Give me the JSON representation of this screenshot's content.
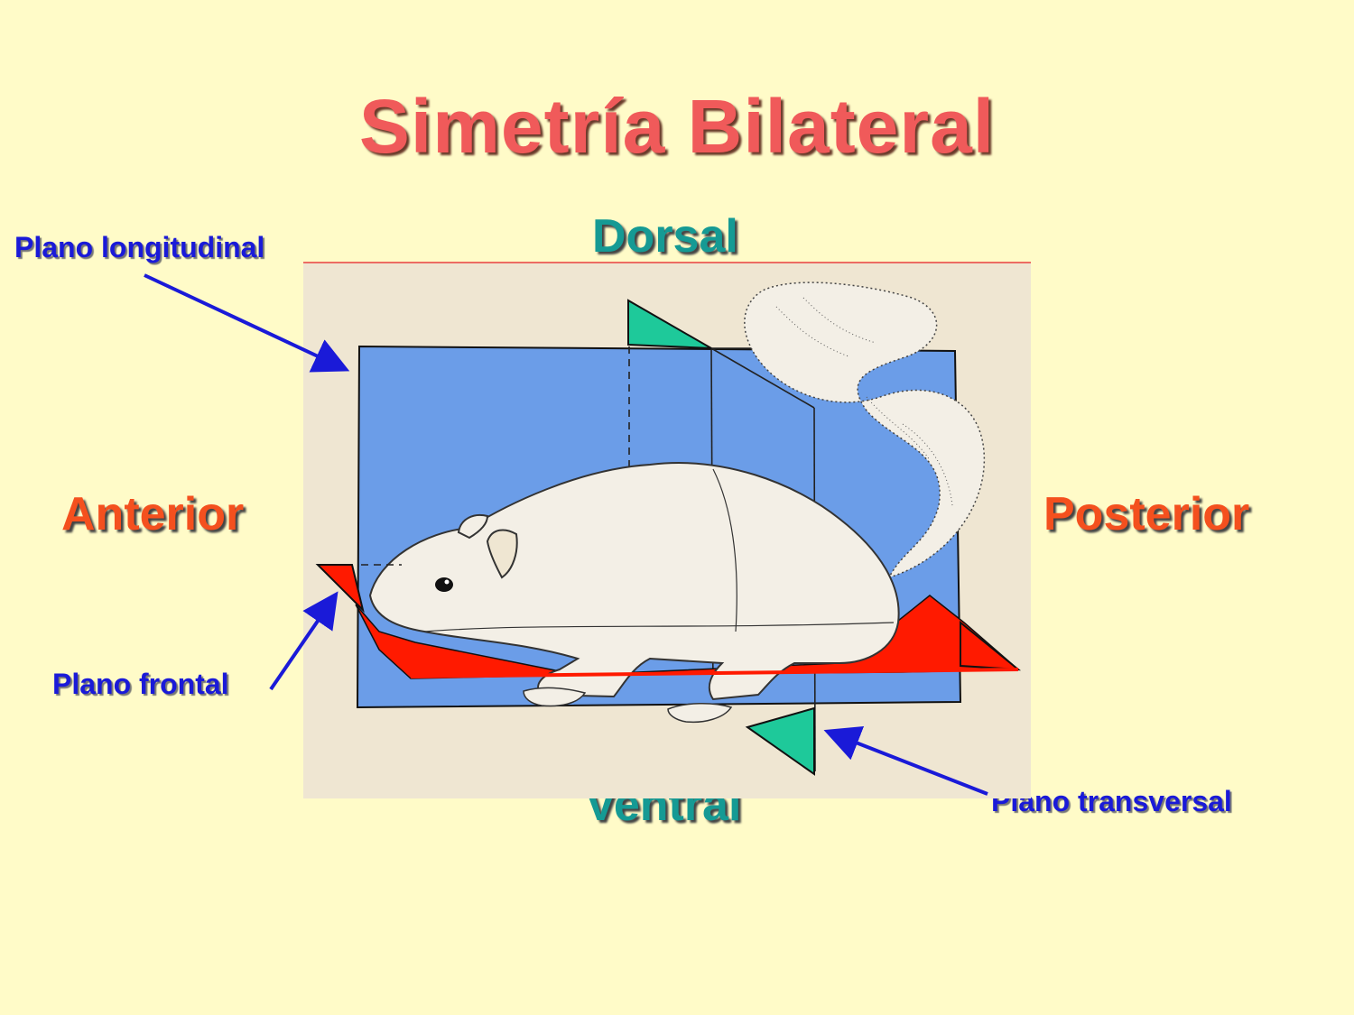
{
  "title": "Simetría Bilateral",
  "directions": {
    "dorsal": "Dorsal",
    "ventral": "Ventral",
    "anterior": "Anterior",
    "posterior": "Posterior"
  },
  "planes": {
    "longitudinal": "Plano longitudinal",
    "frontal": "Plano frontal",
    "transversal": "Plano transversal"
  },
  "colors": {
    "background": "#fffbc8",
    "title": "#f05a5a",
    "label_blue": "#1a1ad8",
    "teal": "#159a94",
    "orange": "#f4501e",
    "plane_blue": "#6b9de8",
    "plane_red": "#ff1a00",
    "plane_green": "#1ec99a"
  }
}
